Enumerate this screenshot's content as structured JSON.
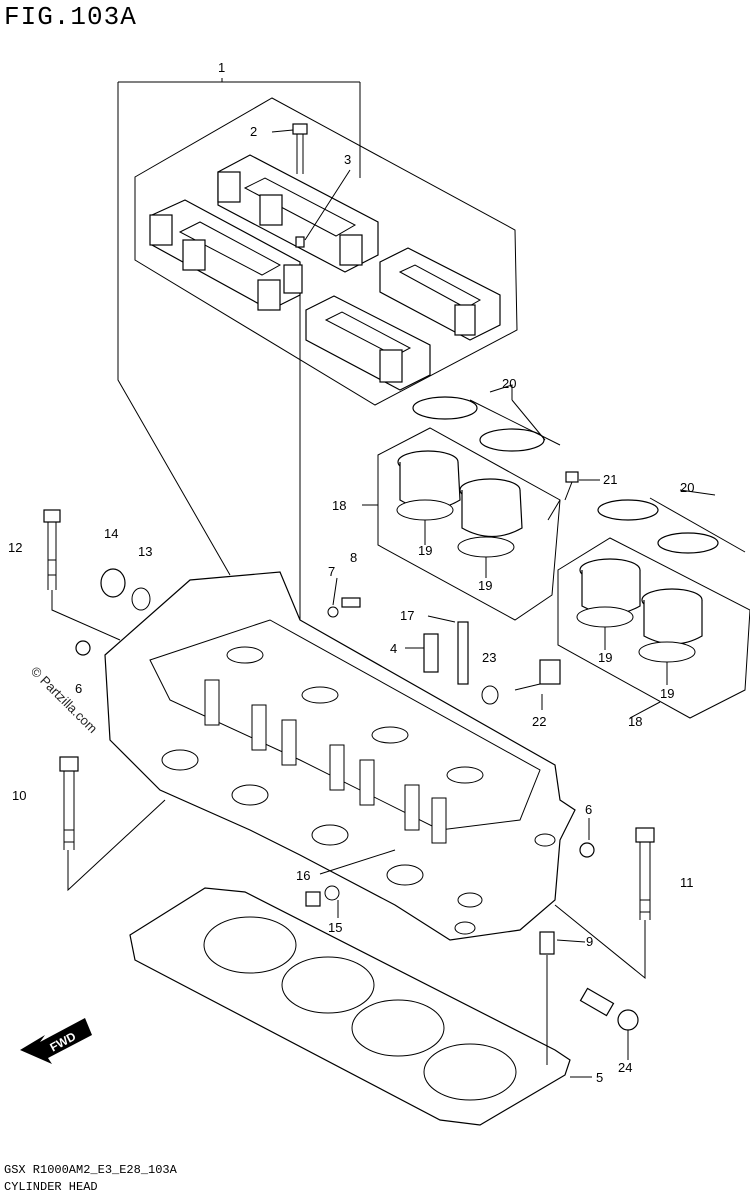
{
  "figure": {
    "title": "FIG.103A",
    "code": "GSX R1000AM2_E3_E28_103A",
    "name": "CYLINDER HEAD",
    "watermark": "© Partzilla.com",
    "fwd_label": "FWD"
  },
  "callouts": [
    {
      "id": "c1",
      "label": "1"
    },
    {
      "id": "c2",
      "label": "2"
    },
    {
      "id": "c3",
      "label": "3"
    },
    {
      "id": "c4",
      "label": "4"
    },
    {
      "id": "c5",
      "label": "5"
    },
    {
      "id": "c6a",
      "label": "6"
    },
    {
      "id": "c6b",
      "label": "6"
    },
    {
      "id": "c7",
      "label": "7"
    },
    {
      "id": "c8",
      "label": "8"
    },
    {
      "id": "c9",
      "label": "9"
    },
    {
      "id": "c10",
      "label": "10"
    },
    {
      "id": "c11",
      "label": "11"
    },
    {
      "id": "c12",
      "label": "12"
    },
    {
      "id": "c13",
      "label": "13"
    },
    {
      "id": "c14",
      "label": "14"
    },
    {
      "id": "c15",
      "label": "15"
    },
    {
      "id": "c16",
      "label": "16"
    },
    {
      "id": "c17",
      "label": "17"
    },
    {
      "id": "c18a",
      "label": "18"
    },
    {
      "id": "c18b",
      "label": "18"
    },
    {
      "id": "c19a",
      "label": "19"
    },
    {
      "id": "c19b",
      "label": "19"
    },
    {
      "id": "c19c",
      "label": "19"
    },
    {
      "id": "c19d",
      "label": "19"
    },
    {
      "id": "c20a",
      "label": "20"
    },
    {
      "id": "c20b",
      "label": "20"
    },
    {
      "id": "c21",
      "label": "21"
    },
    {
      "id": "c22",
      "label": "22"
    },
    {
      "id": "c23",
      "label": "23"
    },
    {
      "id": "c24",
      "label": "24"
    }
  ]
}
